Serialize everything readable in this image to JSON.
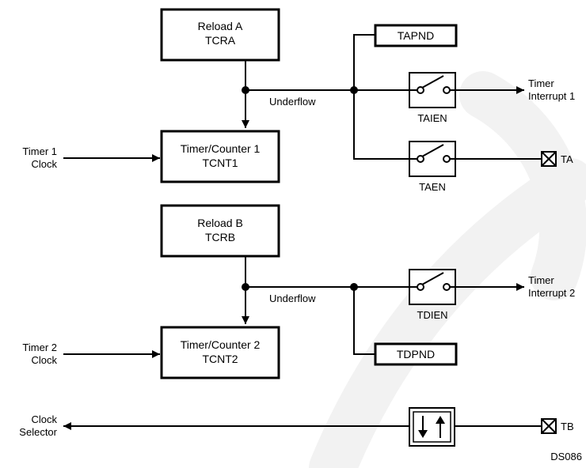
{
  "blocks": {
    "reload_a": {
      "line1": "Reload A",
      "line2": "TCRA"
    },
    "timer_counter_1": {
      "line1": "Timer/Counter 1",
      "line2": "TCNT1"
    },
    "reload_b": {
      "line1": "Reload B",
      "line2": "TCRB"
    },
    "timer_counter_2": {
      "line1": "Timer/Counter 2",
      "line2": "TCNT2"
    }
  },
  "flags": {
    "tapnd": "TAPND",
    "tdpnd": "TDPND"
  },
  "switches": {
    "taien": "TAIEN",
    "taen": "TAEN",
    "tdien": "TDIEN"
  },
  "signals": {
    "underflow_a": "Underflow",
    "underflow_b": "Underflow",
    "timer1_clock": {
      "line1": "Timer 1",
      "line2": "Clock"
    },
    "timer2_clock": {
      "line1": "Timer 2",
      "line2": "Clock"
    },
    "timer_interrupt_1": {
      "line1": "Timer",
      "line2": "Interrupt 1"
    },
    "timer_interrupt_2": {
      "line1": "Timer",
      "line2": "Interrupt 2"
    },
    "clock_selector": {
      "line1": "Clock",
      "line2": "Selector"
    }
  },
  "pins": {
    "ta": "TA",
    "tb": "TB"
  },
  "footer": {
    "doc_code": "DS086"
  },
  "watermark": {
    "color": "#f2f2f2"
  }
}
